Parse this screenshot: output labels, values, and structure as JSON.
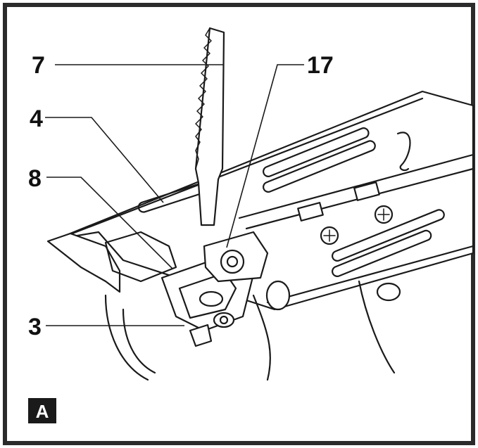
{
  "figure": {
    "badge": "A",
    "callouts": [
      {
        "id": "c7",
        "label": "7"
      },
      {
        "id": "c4",
        "label": "4"
      },
      {
        "id": "c8",
        "label": "8"
      },
      {
        "id": "c3",
        "label": "3"
      },
      {
        "id": "c17",
        "label": "17"
      }
    ]
  },
  "colors": {
    "ink": "#1a1a1a",
    "frame": "#2b2b2b",
    "badge_bg": "#1a1a1a",
    "paper": "#ffffff"
  }
}
